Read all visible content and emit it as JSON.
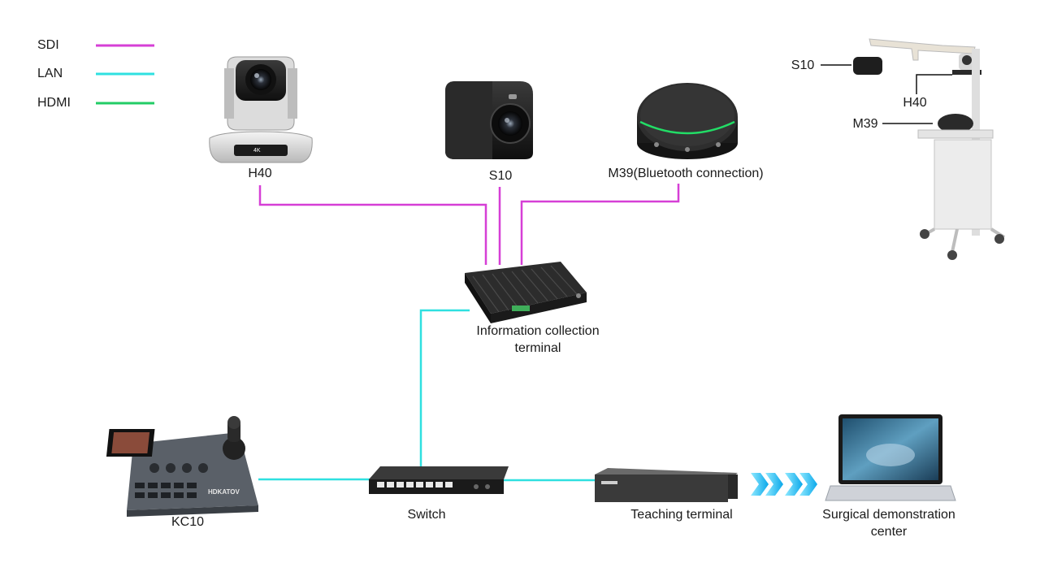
{
  "legend": [
    {
      "label": "SDI",
      "color": "#d63fd6"
    },
    {
      "label": "LAN",
      "color": "#2fe0e0"
    },
    {
      "label": "HDMI",
      "color": "#22cc66"
    }
  ],
  "devices": {
    "h40": {
      "label": "H40"
    },
    "s10": {
      "label": "S10"
    },
    "m39": {
      "label": "M39(Bluetooth connection)"
    },
    "info_terminal": {
      "label_line1": "Information collection",
      "label_line2": "terminal"
    },
    "switch": {
      "label": "Switch"
    },
    "kc10": {
      "label": "KC10",
      "brand": "HDKATOV"
    },
    "teaching": {
      "label": "Teaching terminal"
    },
    "surgical": {
      "label_line1": "Surgical demonstration",
      "label_line2": "center"
    }
  },
  "cart_inset": {
    "s10_label": "S10",
    "h40_label": "H40",
    "m39_label": "M39"
  },
  "h40_badge": "4K"
}
